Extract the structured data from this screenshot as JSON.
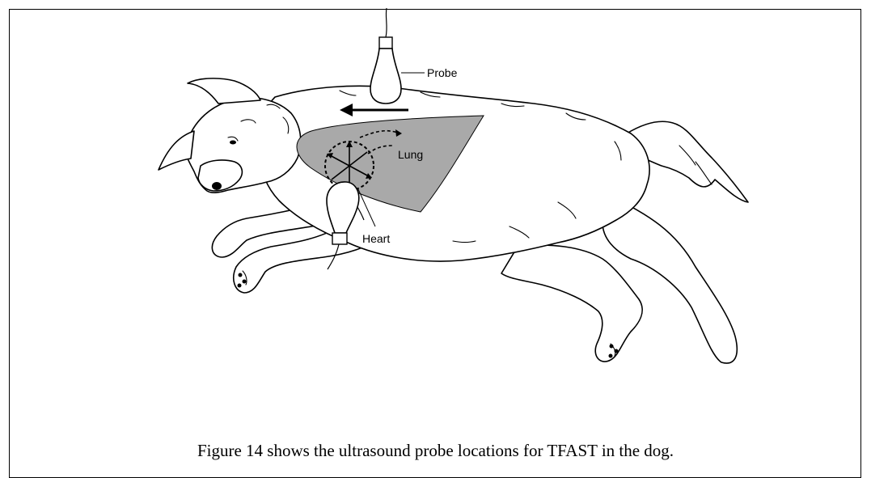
{
  "labels": {
    "probe": "Probe",
    "lung": "Lung",
    "heart": "Heart"
  },
  "caption": "Figure 14 shows the ultrasound probe locations for TFAST in the dog.",
  "colors": {
    "lung_fill": "#a9a9a9",
    "line": "#000000",
    "probe_fill": "#ffffff"
  }
}
